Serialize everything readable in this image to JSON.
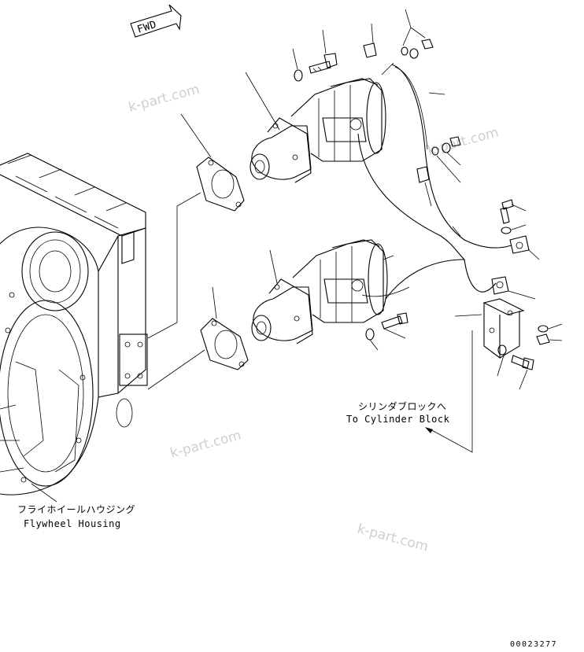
{
  "direction_marker": "FWD",
  "labels": {
    "cylinder_block_jp": "シリンダブロックへ",
    "cylinder_block_en": "To Cylinder Block",
    "flywheel_jp": "フライホイールハウジング",
    "flywheel_en": "Flywheel Housing"
  },
  "watermarks": [
    "k-part.com",
    "k-part.com",
    "k-part.com",
    "k-part.com"
  ],
  "drawing_code": "00023277"
}
